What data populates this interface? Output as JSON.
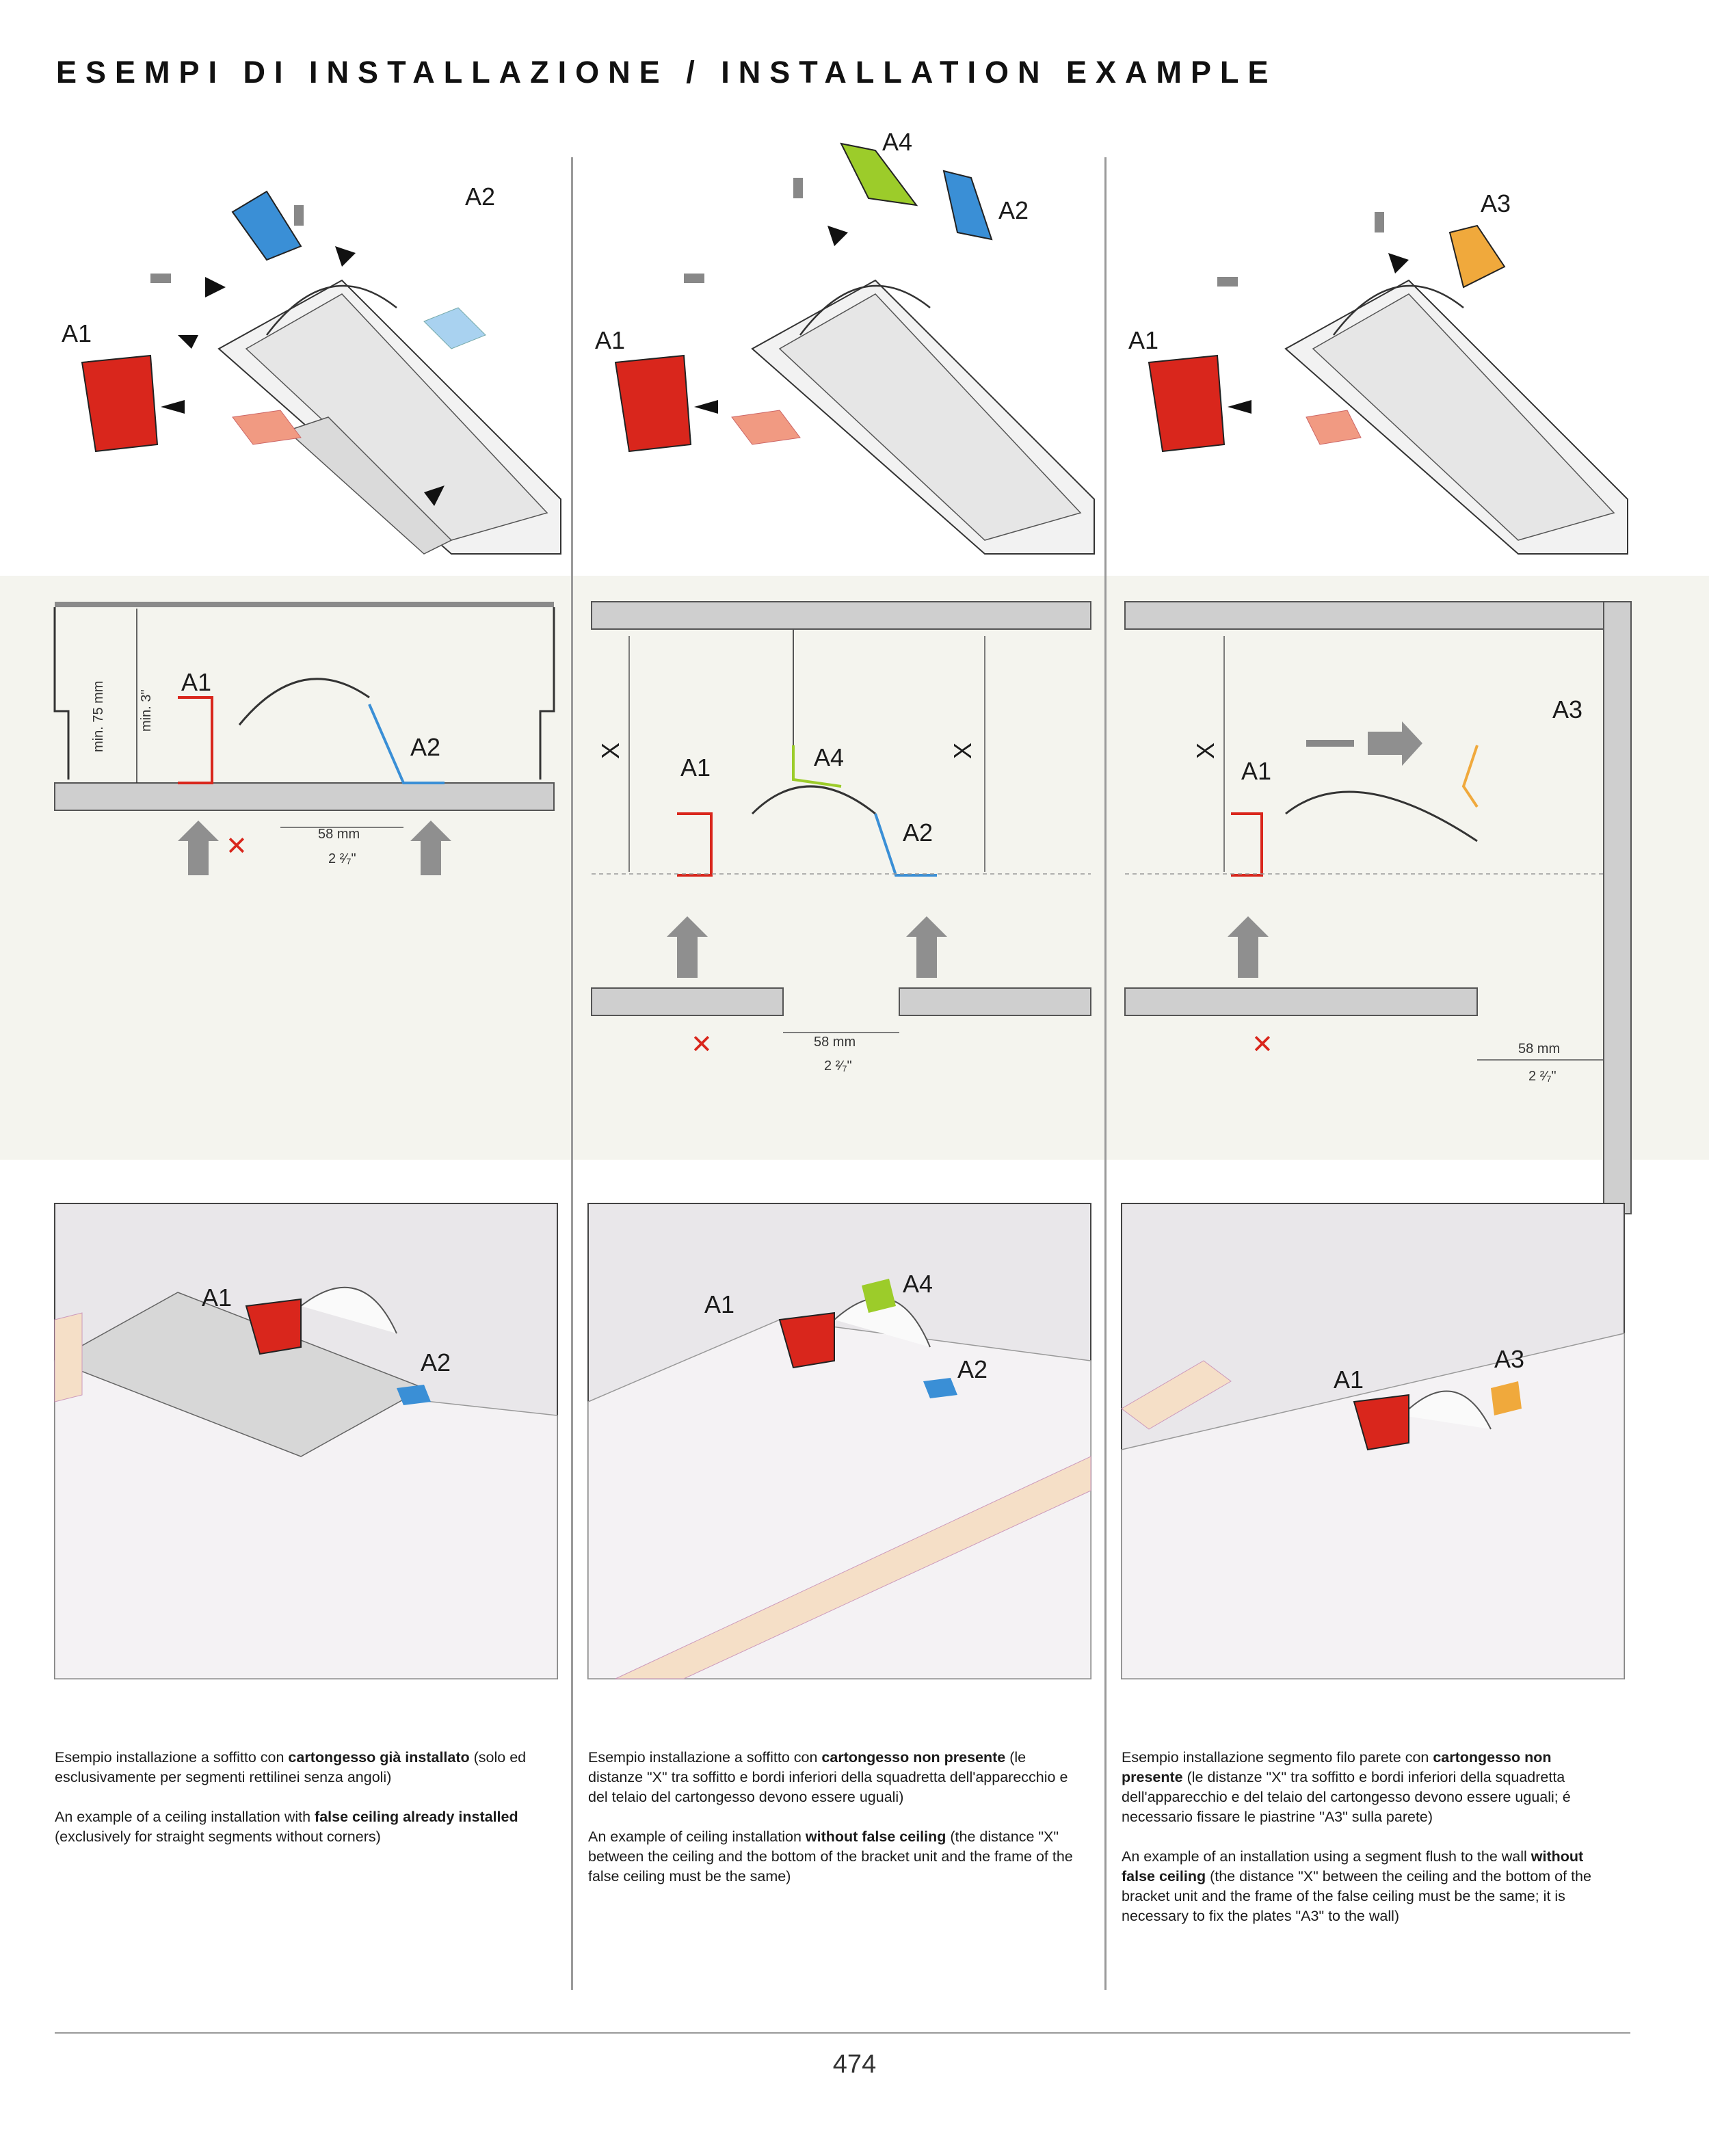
{
  "title": "ESEMPI DI INSTALLAZIONE / INSTALLATION EXAMPLE",
  "page_number": "474",
  "colors": {
    "A1": "#d9261c",
    "A2": "#3a8fd6",
    "A3": "#f0a93c",
    "A4": "#9ccc2a",
    "band": "#f4f4ee",
    "divider": "#9a9a9a"
  },
  "columns": [
    {
      "labels": {
        "a1": "A1",
        "a2": "A2"
      },
      "dims": {
        "min_mm": "min. 75 mm",
        "min_in": "min. 3\"",
        "width_mm": "58 mm",
        "width_in": "2 ²⁄₇\""
      },
      "caption_it_pre": "Esempio installazione a soffitto con ",
      "caption_it_bold": "cartongesso già installato",
      "caption_it_post": " (solo ed esclusivamente per segmenti rettilinei senza angoli)",
      "caption_en_pre": "An example of a ceiling installation with ",
      "caption_en_bold": "false ceiling already installed",
      "caption_en_post": " (exclusively for straight segments without corners)"
    },
    {
      "labels": {
        "a1": "A1",
        "a2": "A2",
        "a4": "A4",
        "x": "X"
      },
      "dims": {
        "width_mm": "58 mm",
        "width_in": "2 ²⁄₇\""
      },
      "caption_it_pre": "Esempio installazione a soffitto con ",
      "caption_it_bold": "cartongesso non presente",
      "caption_it_post": " (le distanze \"X\" tra soffitto e bordi inferiori della squadretta dell'apparecchio e del telaio del cartongesso devono essere uguali)",
      "caption_en_pre": "An example of ceiling installation ",
      "caption_en_bold": "without false ceiling",
      "caption_en_post": " (the distance \"X\" between the ceiling and the bottom of the bracket unit and the frame of the false ceiling must be the same)"
    },
    {
      "labels": {
        "a1": "A1",
        "a3": "A3",
        "x": "X"
      },
      "dims": {
        "width_mm": "58 mm",
        "width_in": "2 ²⁄₇\""
      },
      "caption_it_pre": "Esempio installazione segmento filo parete con ",
      "caption_it_bold": "cartongesso non presente",
      "caption_it_post": " (le distanze \"X\" tra soffitto e bordi inferiori della squadretta dell'apparecchio e del telaio del cartongesso devono essere uguali;  é necessario fissare le piastrine \"A3\" sulla parete)",
      "caption_en_pre": "An example of an installation using a segment flush to the wall ",
      "caption_en_bold": "without false ceiling",
      "caption_en_post": " (the distance \"X\" between the ceiling and the bottom of the bracket unit and the frame of the false ceiling must be the same; it is necessary to fix the plates \"A3\" to the wall)"
    }
  ]
}
